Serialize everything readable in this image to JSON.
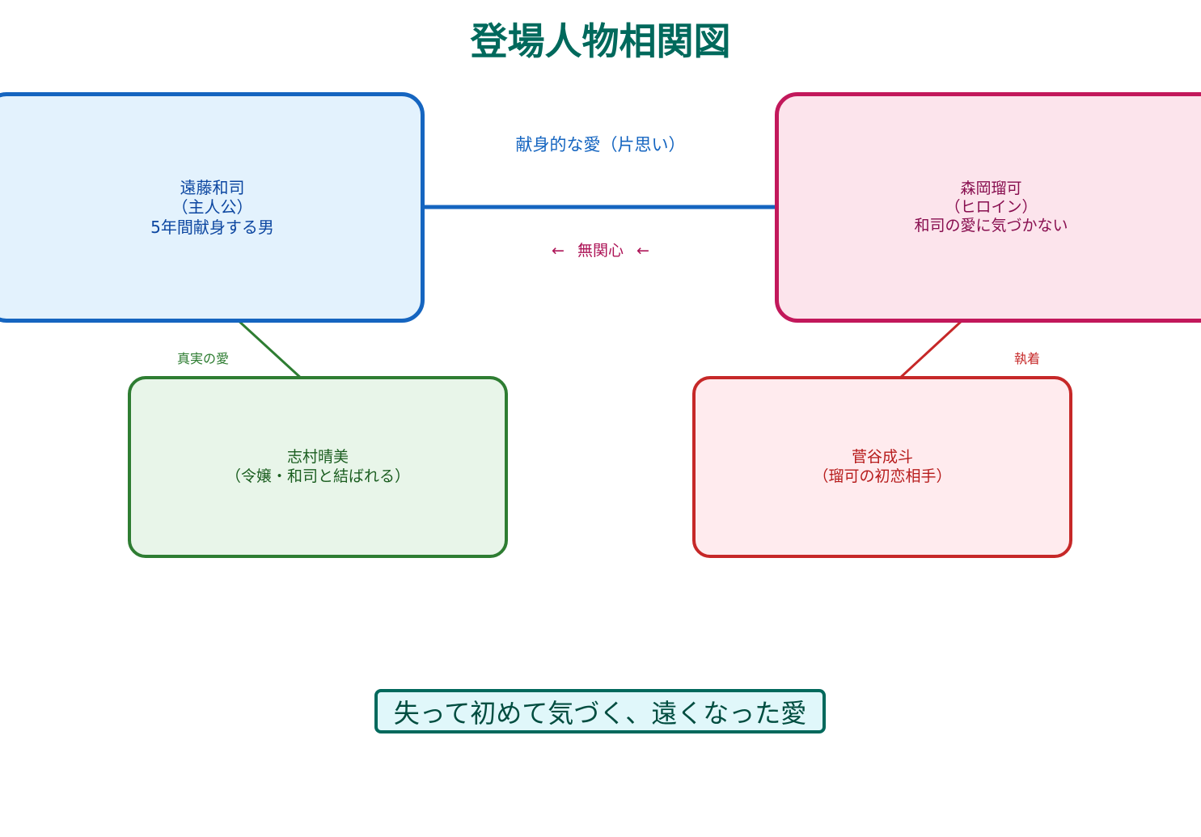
{
  "title": "登場人物相関図",
  "characters": {
    "kazushi": {
      "text": "遠藤和司\n（主人公）\n5年間献身する男",
      "fill": "#e3f2fd",
      "border": "#1565c0"
    },
    "ruka": {
      "text": "森岡瑠可\n（ヒロイン）\n和司の愛に気づかない",
      "fill": "#fce4ec",
      "border": "#c2185b"
    },
    "harumi": {
      "text": "志村晴美\n（令嬢・和司と結ばれる）",
      "fill": "#e8f5e9",
      "border": "#2e7d32"
    },
    "naruto": {
      "text": "菅谷成斗\n（瑠可の初恋相手）",
      "fill": "#ffebee",
      "border": "#c62828"
    }
  },
  "relations": {
    "devotion": "献身的な愛（片思い）",
    "indifference": "← 無関心 ←",
    "true_love": "真実の愛",
    "obsession": "執着"
  },
  "footer": "失って初めて気づく、遠くなった愛"
}
